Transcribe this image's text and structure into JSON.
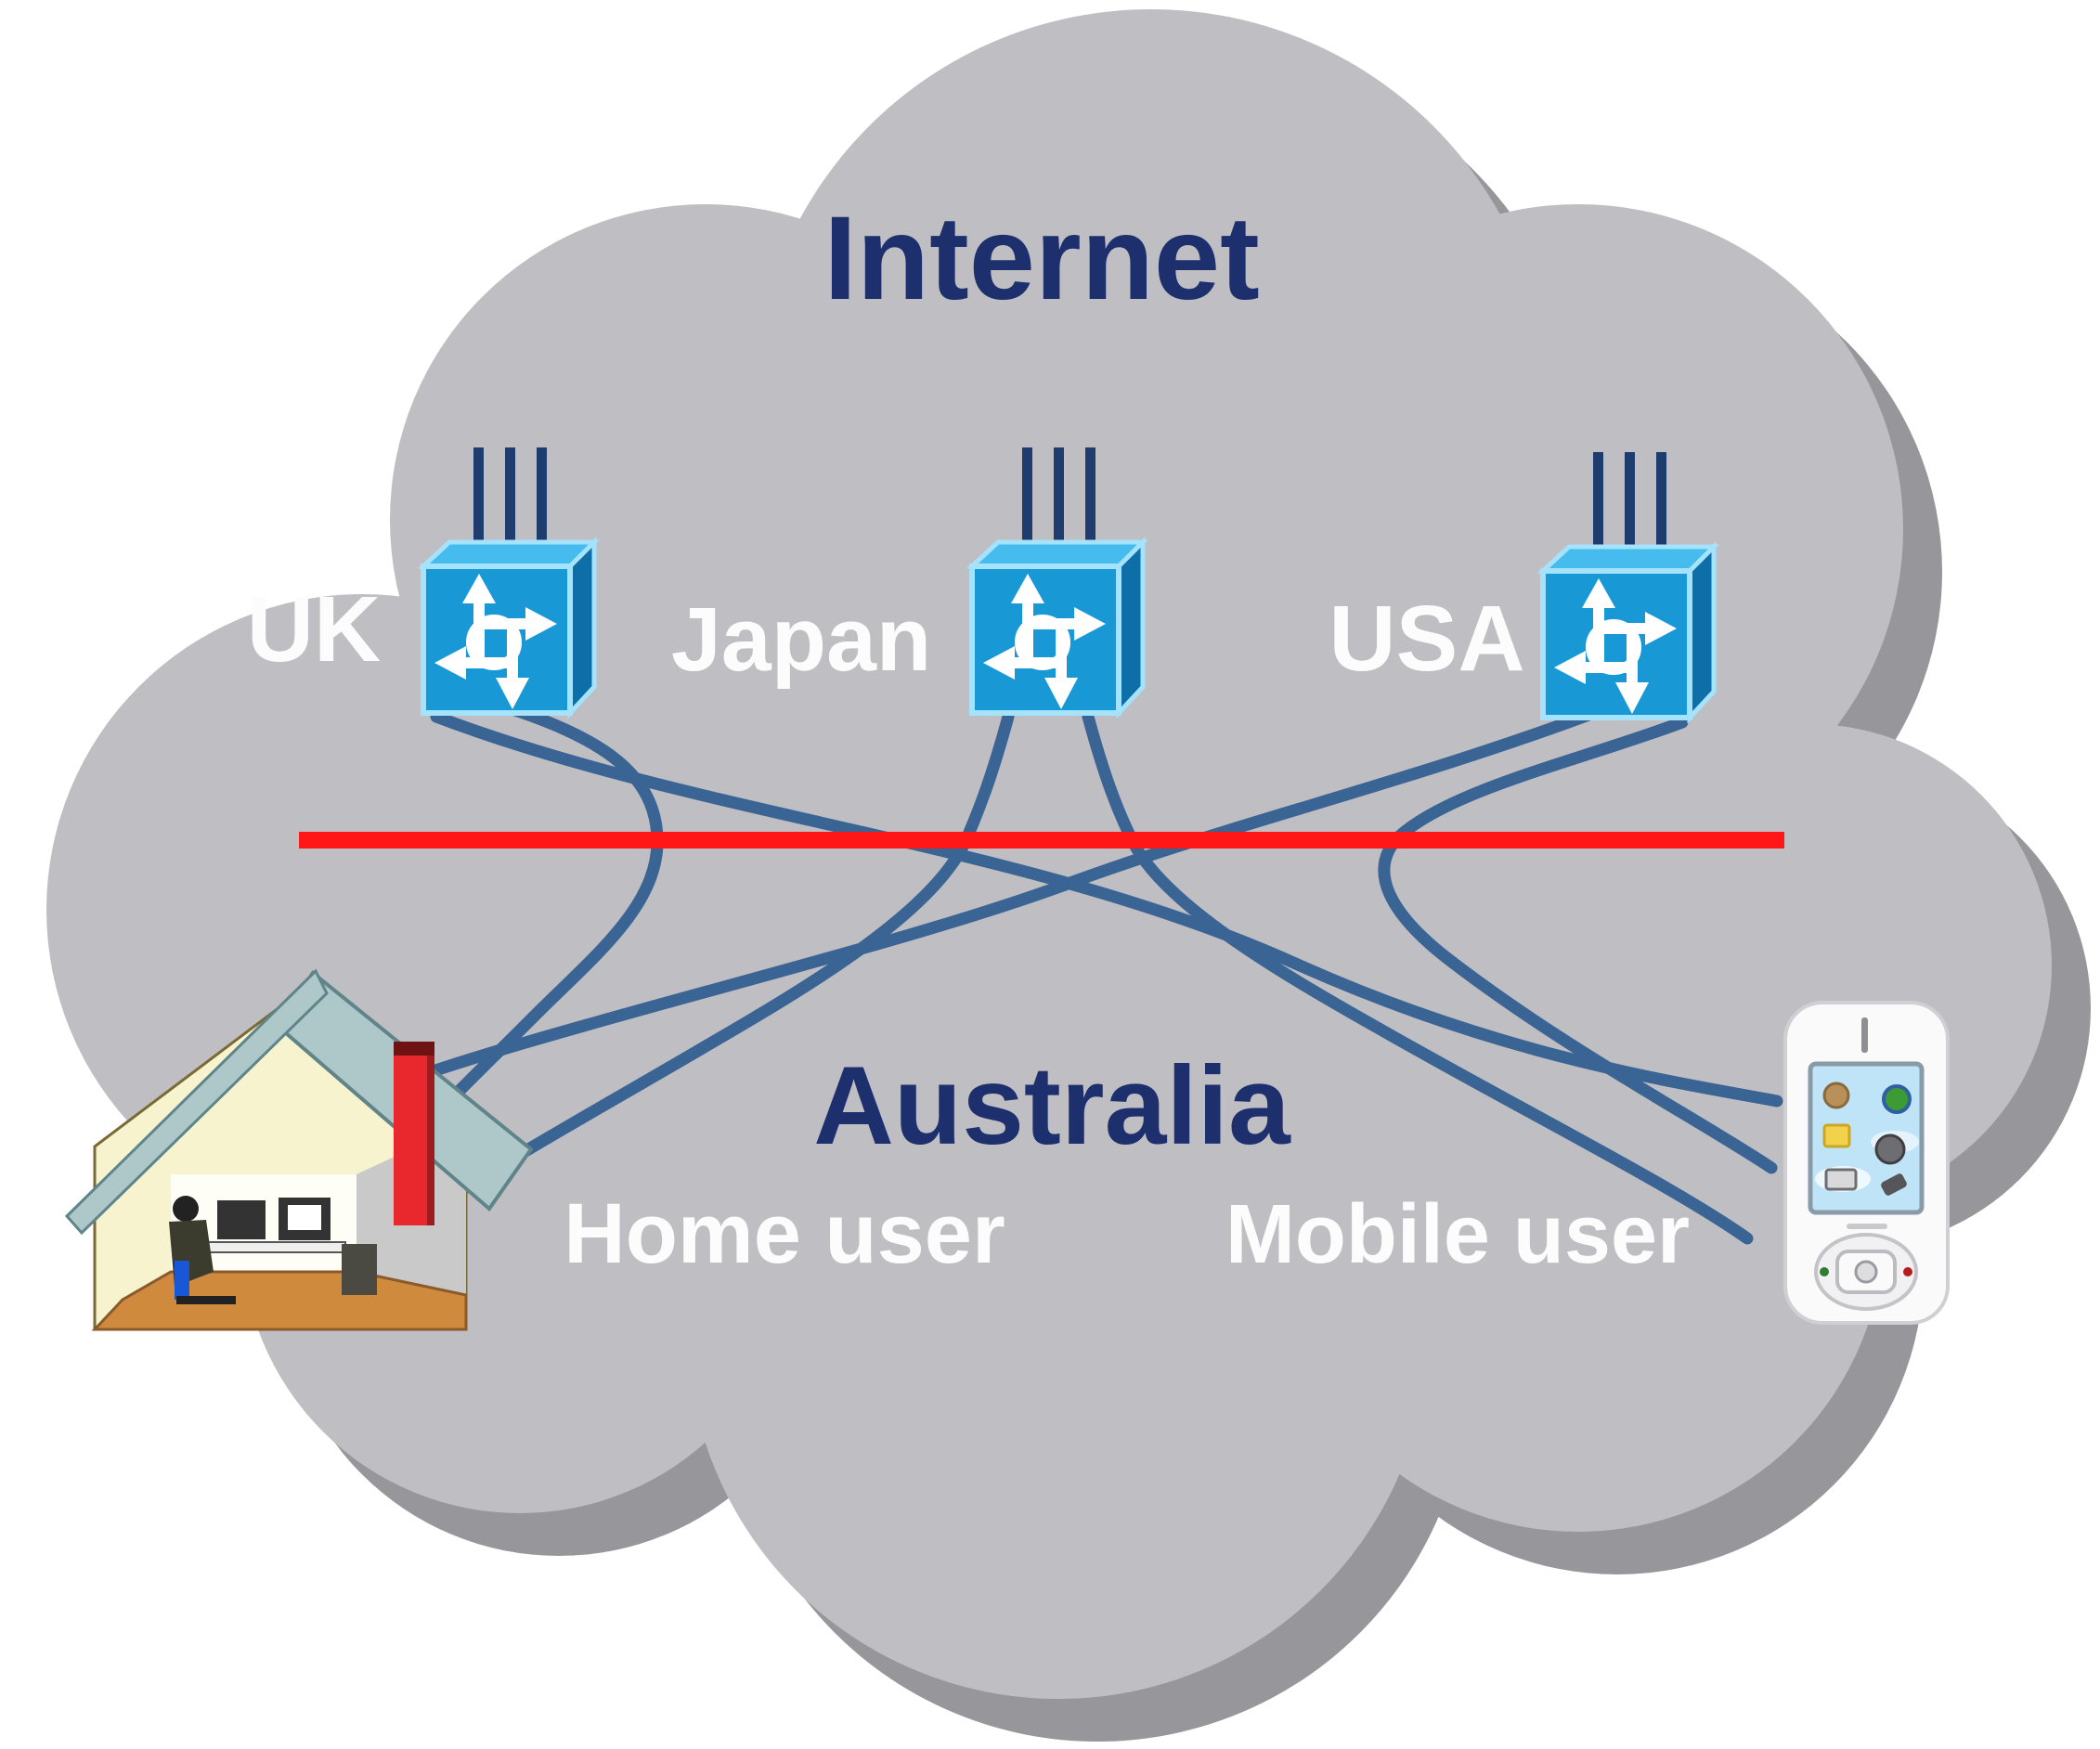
{
  "diagram": {
    "type": "network-topology",
    "title": "Internet",
    "region": "Australia",
    "routers": [
      {
        "label": "UK"
      },
      {
        "label": "Japan"
      },
      {
        "label": "USA"
      }
    ],
    "users": [
      {
        "label": "Home user",
        "icon": "house-icon"
      },
      {
        "label": "Mobile user",
        "icon": "mobile-phone-icon"
      }
    ],
    "links": [
      {
        "from": "UK",
        "to": "Home user"
      },
      {
        "from": "UK",
        "to": "Mobile user"
      },
      {
        "from": "Japan",
        "to": "Home user"
      },
      {
        "from": "Japan",
        "to": "Mobile user"
      },
      {
        "from": "USA",
        "to": "Home user"
      },
      {
        "from": "USA",
        "to": "Mobile user"
      }
    ],
    "colors": {
      "cloud": "#BFBFC3",
      "cloud_shadow": "#97979B",
      "divider": "#FF1616",
      "link": "#3A6493",
      "title_text": "#1E2F6E",
      "label_text": "#FCFCFC",
      "router_face": "#1899D6",
      "router_top": "#45BBEE",
      "router_side": "#0D6EA8",
      "router_outline": "#A5E2FB",
      "antenna": "#1E3C6E"
    }
  }
}
